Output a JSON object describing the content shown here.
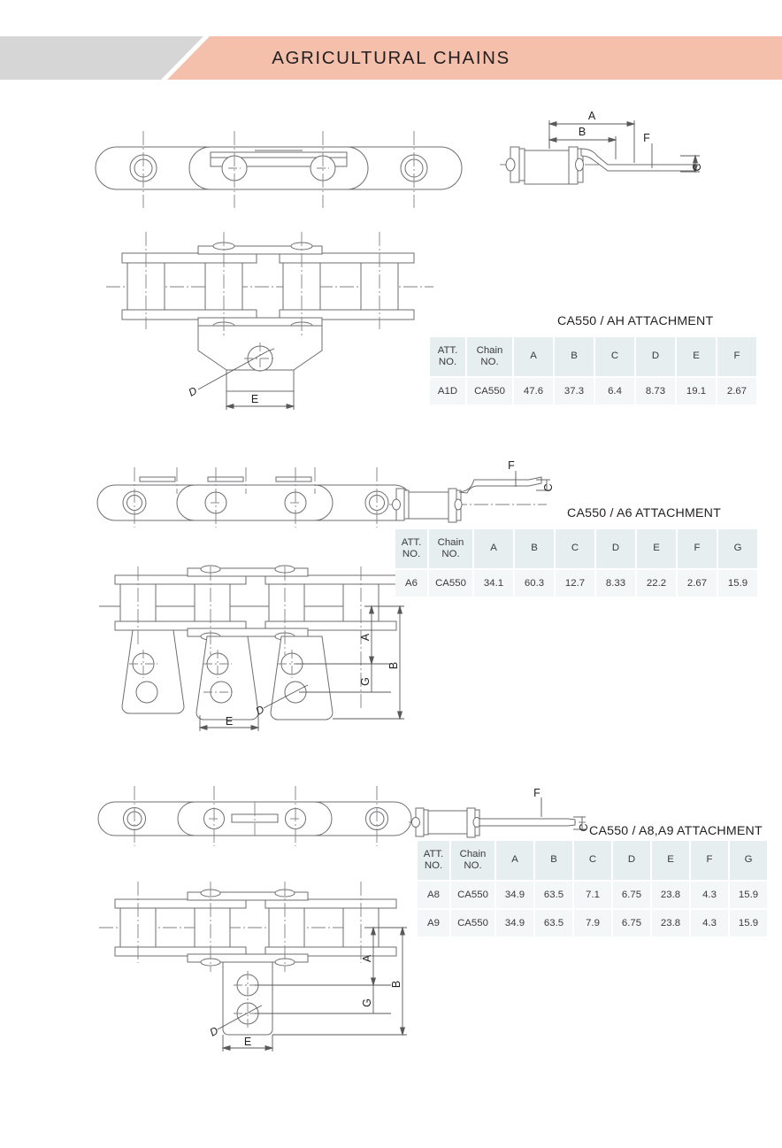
{
  "header": {
    "title": "AGRICULTURAL CHAINS",
    "gray_color": "#d6d6d6",
    "peach_color": "#f4c0ab"
  },
  "sections": [
    {
      "id": "ah",
      "title": "CA550 / AH ATTACHMENT",
      "dimension_labels": [
        "A",
        "B",
        "C",
        "D",
        "E",
        "F"
      ],
      "table": {
        "headers": [
          "ATT. NO.",
          "Chain NO.",
          "A",
          "B",
          "C",
          "D",
          "E",
          "F"
        ],
        "header_lines": [
          [
            "ATT.",
            "NO."
          ],
          [
            "Chain",
            "NO."
          ],
          [
            "A"
          ],
          [
            "B"
          ],
          [
            "C"
          ],
          [
            "D"
          ],
          [
            "E"
          ],
          [
            "F"
          ]
        ],
        "rows": [
          [
            "A1D",
            "CA550",
            "47.6",
            "37.3",
            "6.4",
            "8.73",
            "19.1",
            "2.67"
          ]
        ]
      }
    },
    {
      "id": "a6",
      "title": "CA550 / A6 ATTACHMENT",
      "dimension_labels": [
        "A",
        "B",
        "C",
        "D",
        "E",
        "F",
        "G"
      ],
      "table": {
        "headers": [
          "ATT. NO.",
          "Chain NO.",
          "A",
          "B",
          "C",
          "D",
          "E",
          "F",
          "G"
        ],
        "header_lines": [
          [
            "ATT.",
            "NO."
          ],
          [
            "Chain",
            "NO."
          ],
          [
            "A"
          ],
          [
            "B"
          ],
          [
            "C"
          ],
          [
            "D"
          ],
          [
            "E"
          ],
          [
            "F"
          ],
          [
            "G"
          ]
        ],
        "rows": [
          [
            "A6",
            "CA550",
            "34.1",
            "60.3",
            "12.7",
            "8.33",
            "22.2",
            "2.67",
            "15.9"
          ]
        ]
      }
    },
    {
      "id": "a8a9",
      "title": "CA550 / A8,A9 ATTACHMENT",
      "dimension_labels": [
        "A",
        "B",
        "C",
        "D",
        "E",
        "F",
        "G"
      ],
      "table": {
        "headers": [
          "ATT. NO.",
          "Chain NO.",
          "A",
          "B",
          "C",
          "D",
          "E",
          "F",
          "G"
        ],
        "header_lines": [
          [
            "ATT.",
            "NO."
          ],
          [
            "Chain",
            "NO."
          ],
          [
            "A"
          ],
          [
            "B"
          ],
          [
            "C"
          ],
          [
            "D"
          ],
          [
            "E"
          ],
          [
            "F"
          ],
          [
            "G"
          ]
        ],
        "rows": [
          [
            "A8",
            "CA550",
            "34.9",
            "63.5",
            "7.1",
            "6.75",
            "23.8",
            "4.3",
            "15.9"
          ],
          [
            "A9",
            "CA550",
            "34.9",
            "63.5",
            "7.9",
            "6.75",
            "23.8",
            "4.3",
            "15.9"
          ]
        ]
      }
    }
  ],
  "table_colors": {
    "header_bg": "#e6eef0",
    "cell_bg": "#f4f7f7",
    "text": "#3a3a3a"
  }
}
